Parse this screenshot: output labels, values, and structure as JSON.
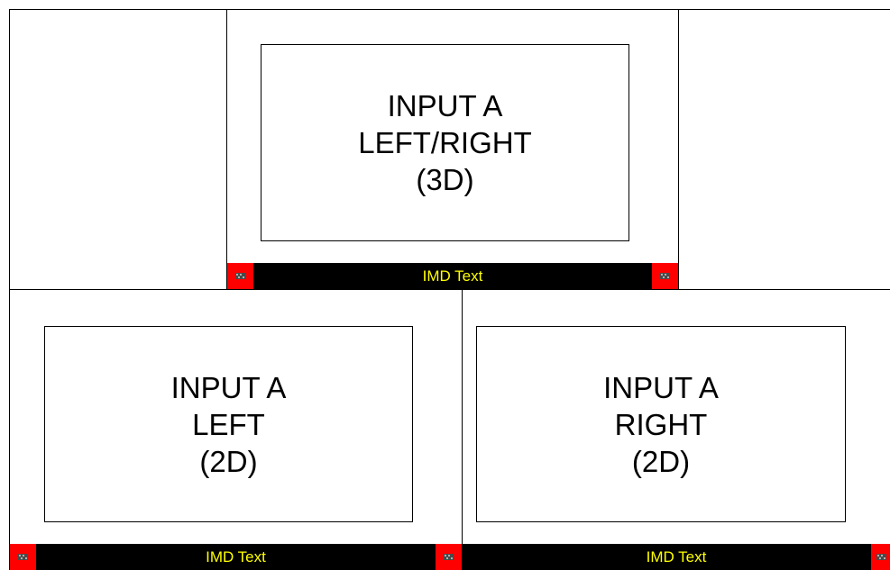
{
  "colors": {
    "background": "#ffffff",
    "lines": "#000000",
    "imd_bar": "#000000",
    "imd_text": "#ffff00",
    "tally": "#ff0000"
  },
  "top_window": {
    "label_lines": [
      "INPUT A",
      "LEFT/RIGHT",
      "(3D)"
    ],
    "imd_text": "IMD Text"
  },
  "bottom_left_window": {
    "label_lines": [
      "INPUT A",
      "LEFT",
      "(2D)"
    ],
    "imd_text": "IMD Text"
  },
  "bottom_right_window": {
    "label_lines": [
      "INPUT A",
      "RIGHT",
      "(2D)"
    ],
    "imd_text": "IMD Text"
  },
  "tally_icon": "tally-indicator-icon"
}
